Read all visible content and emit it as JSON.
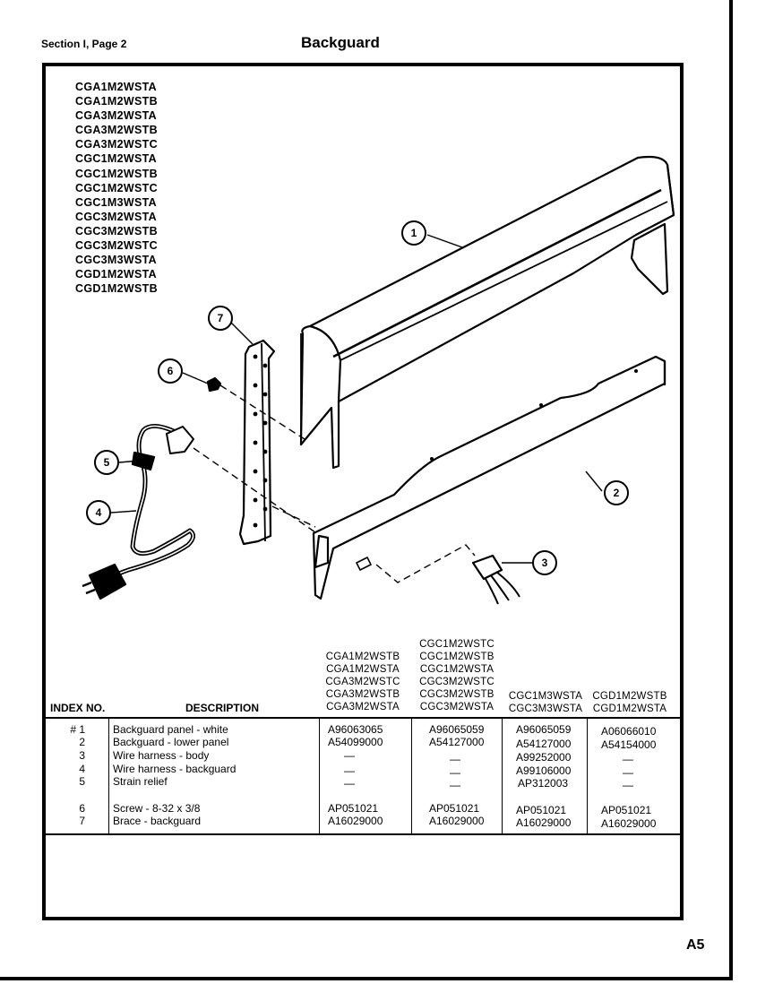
{
  "header": {
    "section": "Section I, Page 2",
    "title": "Backguard",
    "page_number": "A5"
  },
  "models": [
    "CGA1M2WSTA",
    "CGA1M2WSTB",
    "CGA3M2WSTA",
    "CGA3M2WSTB",
    "CGA3M2WSTC",
    "CGC1M2WSTA",
    "CGC1M2WSTB",
    "CGC1M2WSTC",
    "CGC1M3WSTA",
    "CGC3M2WSTA",
    "CGC3M2WSTB",
    "CGC3M2WSTC",
    "CGC3M3WSTA",
    "CGD1M2WSTA",
    "CGD1M2WSTB"
  ],
  "callouts": [
    "1",
    "2",
    "3",
    "4",
    "5",
    "6",
    "7"
  ],
  "table": {
    "index_header": "INDEX NO.",
    "description_header": "DESCRIPTION",
    "column_headers": [
      [
        "CGA1M2WSTB",
        "CGA1M2WSTA",
        "CGA3M2WSTC",
        "CGA3M2WSTB",
        "CGA3M2WSTA"
      ],
      [
        "CGC1M2WSTC",
        "CGC1M2WSTB",
        "CGC1M2WSTA",
        "CGC3M2WSTC",
        "CGC3M2WSTB",
        "CGC3M2WSTA"
      ],
      [
        "CGC1M3WSTA",
        "CGC3M3WSTA"
      ],
      [
        "CGD1M2WSTB",
        "CGD1M2WSTA"
      ]
    ],
    "rows": [
      {
        "index": "# 1",
        "description": "Backguard panel - white",
        "parts": [
          "A96063065",
          "A96065059",
          "A96065059",
          "A06066010"
        ]
      },
      {
        "index": "2",
        "description": "Backguard - lower panel",
        "parts": [
          "A54099000",
          "A54127000",
          "A54127000",
          "A54154000"
        ]
      },
      {
        "index": "3",
        "description": "Wire harness - body",
        "parts": [
          "—",
          "—",
          "A99252000",
          "—"
        ]
      },
      {
        "index": "4",
        "description": "Wire harness - backguard",
        "parts": [
          "—",
          "—",
          "A99106000",
          "—"
        ]
      },
      {
        "index": "5",
        "description": "Strain relief",
        "parts": [
          "—",
          "—",
          "AP312003",
          "—"
        ]
      },
      {
        "index": "6",
        "description": "Screw - 8-32 x 3/8",
        "parts": [
          "AP051021",
          "AP051021",
          "AP051021",
          "AP051021"
        ]
      },
      {
        "index": "7",
        "description": "Brace - backguard",
        "parts": [
          "A16029000",
          "A16029000",
          "A16029000",
          "A16029000"
        ]
      }
    ]
  }
}
